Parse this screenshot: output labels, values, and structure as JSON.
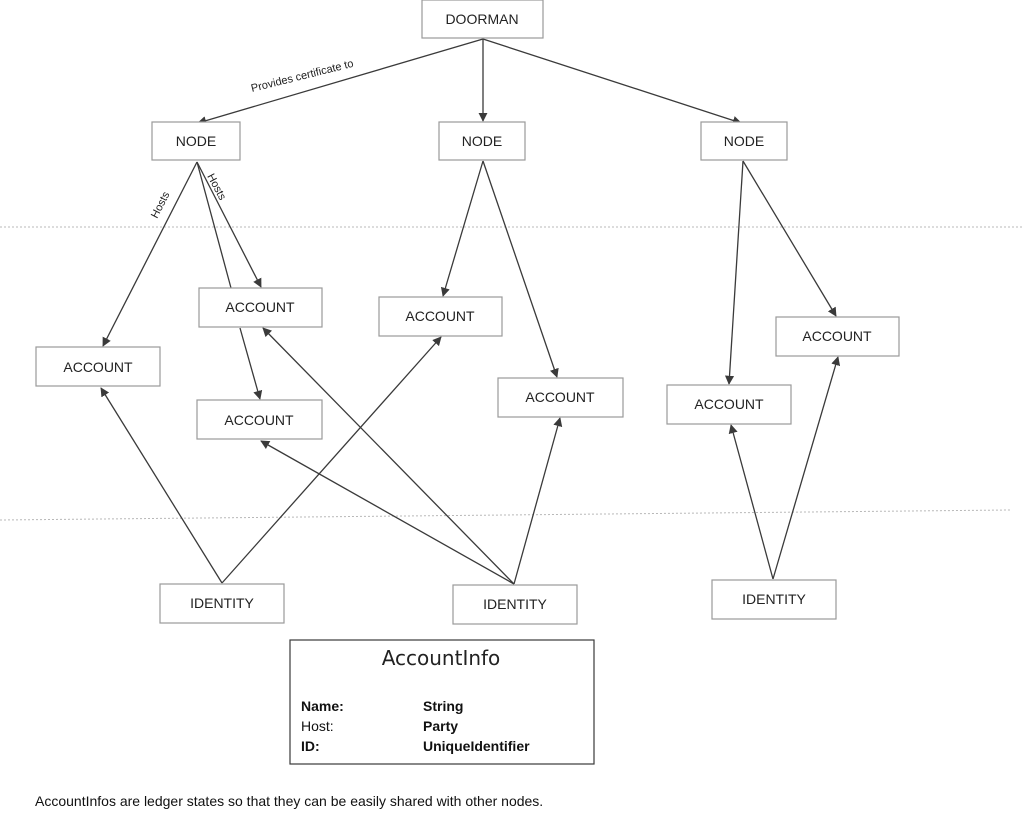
{
  "nodes": {
    "doorman": "DOORMAN",
    "node_left": "NODE",
    "node_center": "NODE",
    "node_right": "NODE",
    "account_left": "ACCOUNT",
    "account_mid_upper": "ACCOUNT",
    "account_mid_lower": "ACCOUNT",
    "account_center_upper": "ACCOUNT",
    "account_center_lower": "ACCOUNT",
    "account_right_lower": "ACCOUNT",
    "account_right_upper": "ACCOUNT",
    "identity_left": "IDENTITY",
    "identity_center": "IDENTITY",
    "identity_right": "IDENTITY"
  },
  "edge_labels": {
    "provides_certificate": "Provides certificate to",
    "hosts_left": "Hosts",
    "hosts_right": "Hosts"
  },
  "account_info": {
    "title": "AccountInfo",
    "fields": [
      {
        "name": "Name:",
        "type": "String",
        "name_bold": true
      },
      {
        "name": "Host:",
        "type": "Party",
        "name_bold": false
      },
      {
        "name": "ID:",
        "type": "UniqueIdentifier",
        "name_bold": true
      }
    ]
  },
  "caption": "AccountInfos are ledger states so that they can be easily shared with other nodes."
}
